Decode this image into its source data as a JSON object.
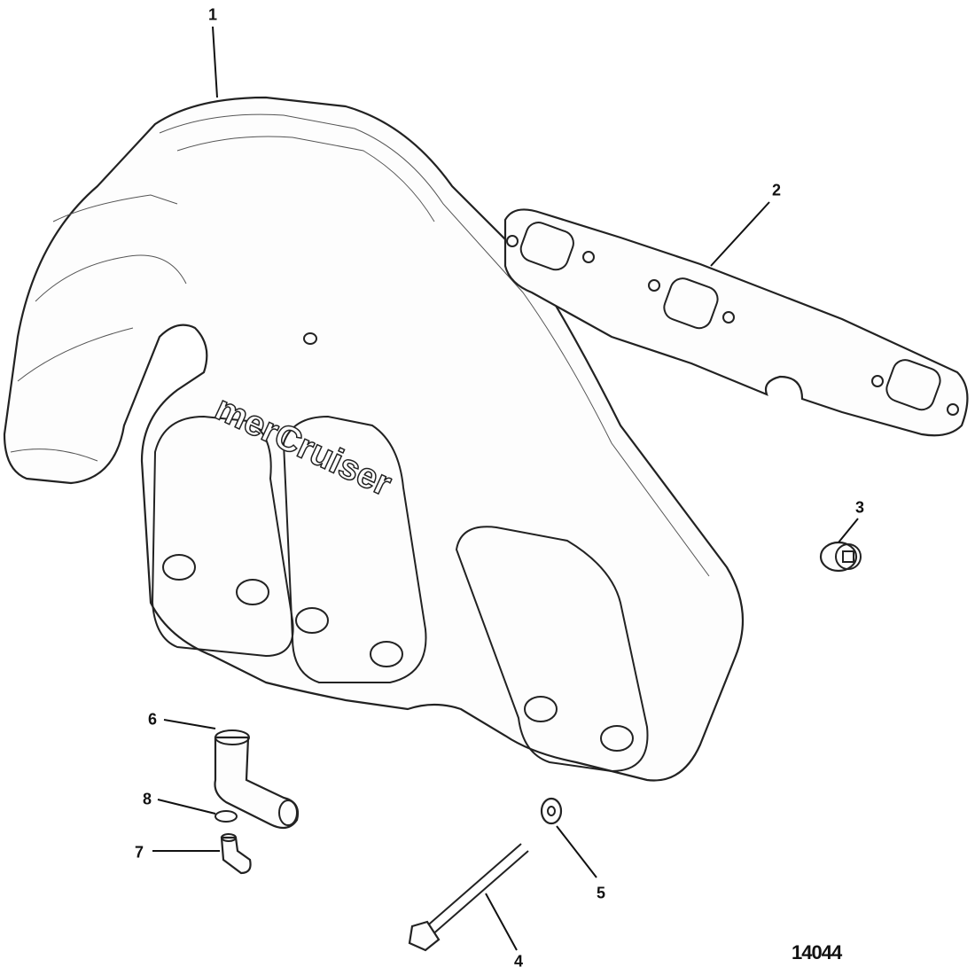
{
  "diagram": {
    "figure_number": "14044",
    "logo_text": "merCruiser",
    "callouts": [
      {
        "id": "1",
        "part": "exhaust-manifold"
      },
      {
        "id": "2",
        "part": "gasket"
      },
      {
        "id": "3",
        "part": "plug"
      },
      {
        "id": "4",
        "part": "bolt"
      },
      {
        "id": "5",
        "part": "washer"
      },
      {
        "id": "6",
        "part": "elbow-fitting"
      },
      {
        "id": "7",
        "part": "drain-fitting"
      },
      {
        "id": "8",
        "part": "o-ring"
      }
    ]
  }
}
